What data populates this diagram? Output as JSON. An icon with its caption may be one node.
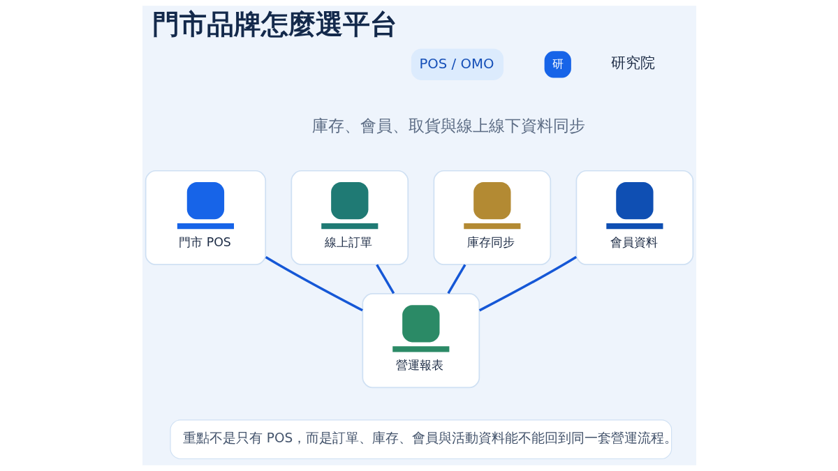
{
  "diagram": {
    "title": "門市品牌怎麼選平台",
    "nodes": [
      {
        "text": [
          "門市 POS"
        ]
      },
      {
        "text": [
          "線上訂單"
        ]
      },
      {
        "text": [
          "庫存同步"
        ]
      },
      {
        "text": [
          "會員資料"
        ]
      },
      {
        "text": [
          "營運報表"
        ]
      }
    ],
    "edges": [
      {
        "from": 0,
        "to": 4,
        "arrow": "none"
      },
      {
        "from": 1,
        "to": 4,
        "arrow": "none"
      },
      {
        "from": 2,
        "to": 4,
        "arrow": "none"
      },
      {
        "from": 3,
        "to": 4,
        "arrow": "none"
      }
    ],
    "labels": [
      "POS / OMO",
      "研",
      "研究院",
      "庫存、會員、取貨與線上線下資料同步",
      "重點不是只有 POS，而是訂單、庫存、會員與活動資料能不能回到同一套營運流程。"
    ]
  }
}
